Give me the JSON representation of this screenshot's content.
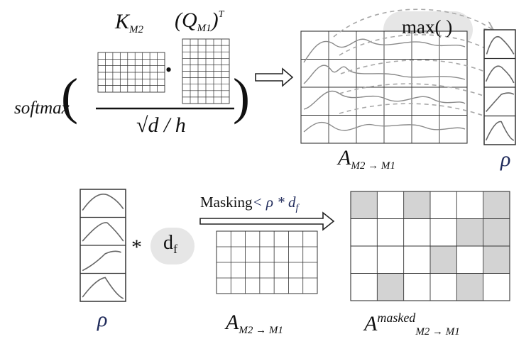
{
  "formula": {
    "k_symbol": "K",
    "k_sub": "M2",
    "q_open": "(",
    "q_symbol": "Q",
    "q_sub": "M1",
    "q_close": ")",
    "q_sup": "T",
    "dot": "•",
    "softmax": "softmax",
    "paren_left": "(",
    "paren_right": ")",
    "denominator": "√d / h"
  },
  "attention_top": {
    "max_label": "max( )",
    "label_symbol": "A",
    "label_sub": "M2 → M1",
    "rho_label": "ρ"
  },
  "bottom": {
    "rho_label": "ρ",
    "times": "*",
    "df_base": "d",
    "df_sub": "f",
    "masking_text": "Masking",
    "condition": "< ρ * d",
    "condition_sub": "f",
    "a_symbol": "A",
    "a_sub": "M2 → M1",
    "masked_symbol": "A",
    "masked_sup": "masked",
    "masked_sub": "M2 → M1"
  },
  "masked_grid": {
    "rows": 4,
    "cols": 6,
    "shaded_cells": [
      [
        0,
        0
      ],
      [
        0,
        2
      ],
      [
        0,
        5
      ],
      [
        1,
        4
      ],
      [
        1,
        5
      ],
      [
        2,
        3
      ],
      [
        2,
        5
      ],
      [
        3,
        1
      ],
      [
        3,
        4
      ]
    ],
    "shade_color": "#d3d3d3"
  },
  "colors": {
    "grid_line": "#333333",
    "curve": "#8a8a8a",
    "dashed_arrow": "#a8a8a8",
    "bubble": "#e6e6e6",
    "accent_text": "#1f2a5a"
  }
}
